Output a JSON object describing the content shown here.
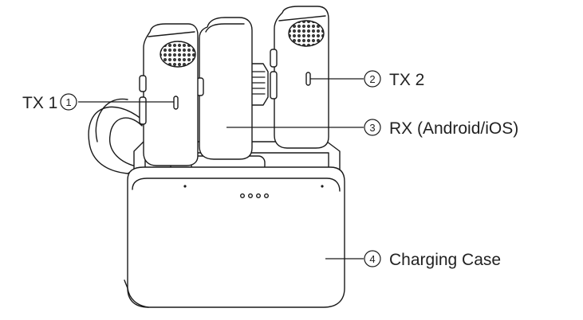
{
  "labels": [
    {
      "id": "tx1",
      "text": "TX 1",
      "num": "1"
    },
    {
      "id": "tx2",
      "text": "TX 2",
      "num": "2"
    },
    {
      "id": "rx",
      "text": "RX (Android/iOS)",
      "num": "3"
    },
    {
      "id": "case",
      "text": "Charging Case",
      "num": "4"
    }
  ],
  "colors": {
    "line": "#1a1a1a",
    "fill": "#ffffff",
    "mesh": "#4a4a4a"
  }
}
